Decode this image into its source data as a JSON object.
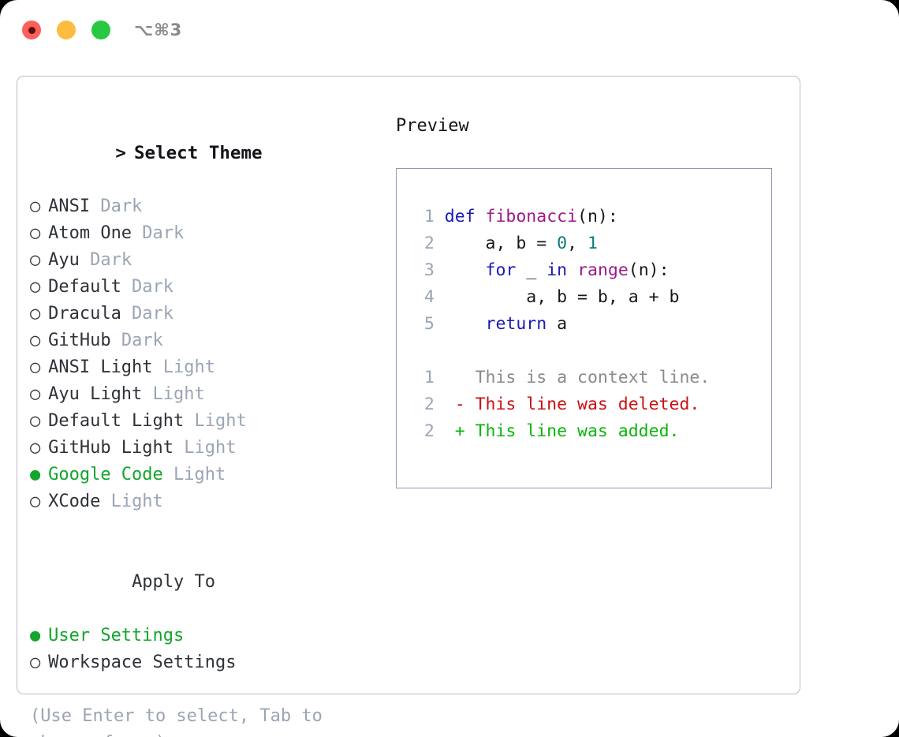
{
  "titlebar": {
    "shortcut": "⌥⌘3",
    "buttons": [
      {
        "name": "close-button",
        "color": "#fc6058"
      },
      {
        "name": "minimize-button",
        "color": "#fdbc40"
      },
      {
        "name": "maximize-button",
        "color": "#28c840"
      }
    ]
  },
  "theme_picker": {
    "header_marker": ">",
    "header_label": "Select Theme",
    "items": [
      {
        "marker": "○",
        "selected": false,
        "name": "ANSI",
        "variant": "Dark"
      },
      {
        "marker": "○",
        "selected": false,
        "name": "Atom One",
        "variant": "Dark"
      },
      {
        "marker": "○",
        "selected": false,
        "name": "Ayu",
        "variant": "Dark"
      },
      {
        "marker": "○",
        "selected": false,
        "name": "Default",
        "variant": "Dark"
      },
      {
        "marker": "○",
        "selected": false,
        "name": "Dracula",
        "variant": "Dark"
      },
      {
        "marker": "○",
        "selected": false,
        "name": "GitHub",
        "variant": "Dark"
      },
      {
        "marker": "○",
        "selected": false,
        "name": "ANSI Light",
        "variant": "Light"
      },
      {
        "marker": "○",
        "selected": false,
        "name": "Ayu Light",
        "variant": "Light"
      },
      {
        "marker": "○",
        "selected": false,
        "name": "Default Light",
        "variant": "Light"
      },
      {
        "marker": "○",
        "selected": false,
        "name": "GitHub Light",
        "variant": "Light"
      },
      {
        "marker": "●",
        "selected": true,
        "name": "Google Code",
        "variant": "Light"
      },
      {
        "marker": "○",
        "selected": false,
        "name": "XCode",
        "variant": "Light"
      }
    ]
  },
  "apply_to": {
    "header_marker": " ",
    "header_label": "Apply To",
    "items": [
      {
        "marker": "●",
        "selected": true,
        "name": "User Settings"
      },
      {
        "marker": "○",
        "selected": false,
        "name": "Workspace Settings"
      }
    ]
  },
  "hint": "(Use Enter to select, Tab to change focus)",
  "preview": {
    "title": "Preview",
    "code_lines": [
      {
        "num": "1",
        "tokens": [
          {
            "t": "def ",
            "k": "kw"
          },
          {
            "t": "fibonacci",
            "k": "fn"
          },
          {
            "t": "(n):",
            "k": "pln"
          }
        ]
      },
      {
        "num": "2",
        "tokens": [
          {
            "t": "    a, b = ",
            "k": "pln"
          },
          {
            "t": "0",
            "k": "num"
          },
          {
            "t": ", ",
            "k": "pln"
          },
          {
            "t": "1",
            "k": "num"
          }
        ]
      },
      {
        "num": "3",
        "tokens": [
          {
            "t": "    ",
            "k": "pln"
          },
          {
            "t": "for",
            "k": "kw"
          },
          {
            "t": " _ ",
            "k": "pln"
          },
          {
            "t": "in",
            "k": "kw"
          },
          {
            "t": " ",
            "k": "pln"
          },
          {
            "t": "range",
            "k": "fn"
          },
          {
            "t": "(n):",
            "k": "pln"
          }
        ]
      },
      {
        "num": "4",
        "tokens": [
          {
            "t": "        a, b = b, a + b",
            "k": "pln"
          }
        ]
      },
      {
        "num": "5",
        "tokens": [
          {
            "t": "    ",
            "k": "pln"
          },
          {
            "t": "return",
            "k": "kw"
          },
          {
            "t": " a",
            "k": "pln"
          }
        ]
      }
    ],
    "diff_lines": [
      {
        "num": "1",
        "text": "  This is a context line.",
        "k": "ctx"
      },
      {
        "num": "2",
        "text": "- This line was deleted.",
        "k": "del"
      },
      {
        "num": "2",
        "text": "+ This line was added.",
        "k": "add"
      }
    ]
  },
  "colors": {
    "accent_green": "#12a62c",
    "dim_text": "#9aa5b5",
    "body_text": "#2e3238",
    "panel_border": "#b6c0cc",
    "preview_border": "#8d9bae",
    "kw_blue": "#1a1ab4",
    "fn_magenta": "#9c1a8c",
    "num_teal": "#0d7a78",
    "diff_del": "#cc1111",
    "diff_add": "#0bb50b"
  }
}
